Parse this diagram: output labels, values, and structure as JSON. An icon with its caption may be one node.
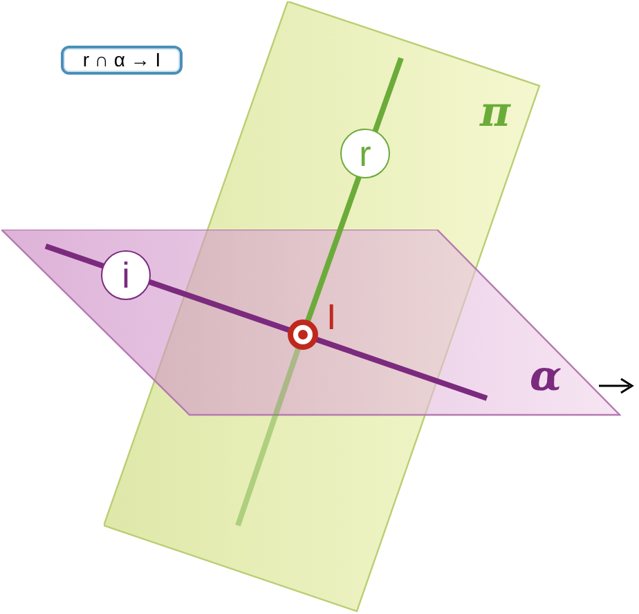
{
  "diagram": {
    "nodes": [
      {
        "text": [
          "r ∩ α → I"
        ]
      },
      {
        "text": [
          "π"
        ]
      },
      {
        "text": [
          "r"
        ],
        "in": 1
      },
      {
        "text": [
          "α"
        ]
      },
      {
        "text": [
          "i"
        ],
        "in": 3
      }
    ],
    "labels": [
      "I"
    ]
  }
}
